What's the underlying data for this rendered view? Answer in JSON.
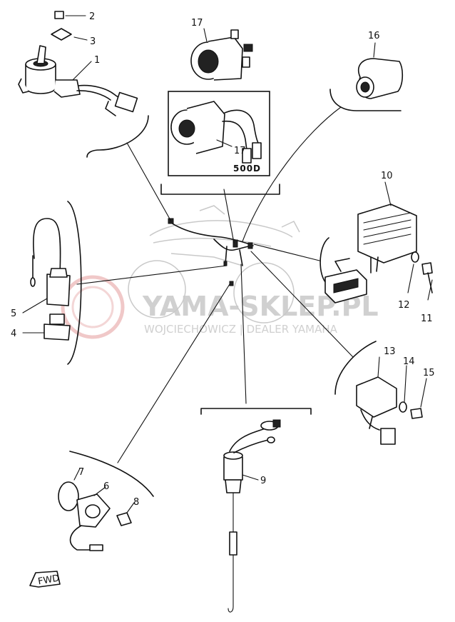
{
  "watermark": {
    "main": "YAMA-SKLEP.PL",
    "sub": "WOJCIECHOWICZ | DEALER YAMAHA"
  },
  "box_label": "500D",
  "fwd_label": "FWD",
  "callouts": [
    "1",
    "2",
    "3",
    "4",
    "5",
    "6",
    "7",
    "8",
    "9",
    "10",
    "11",
    "12",
    "13",
    "14",
    "15",
    "16",
    "17",
    "17"
  ]
}
